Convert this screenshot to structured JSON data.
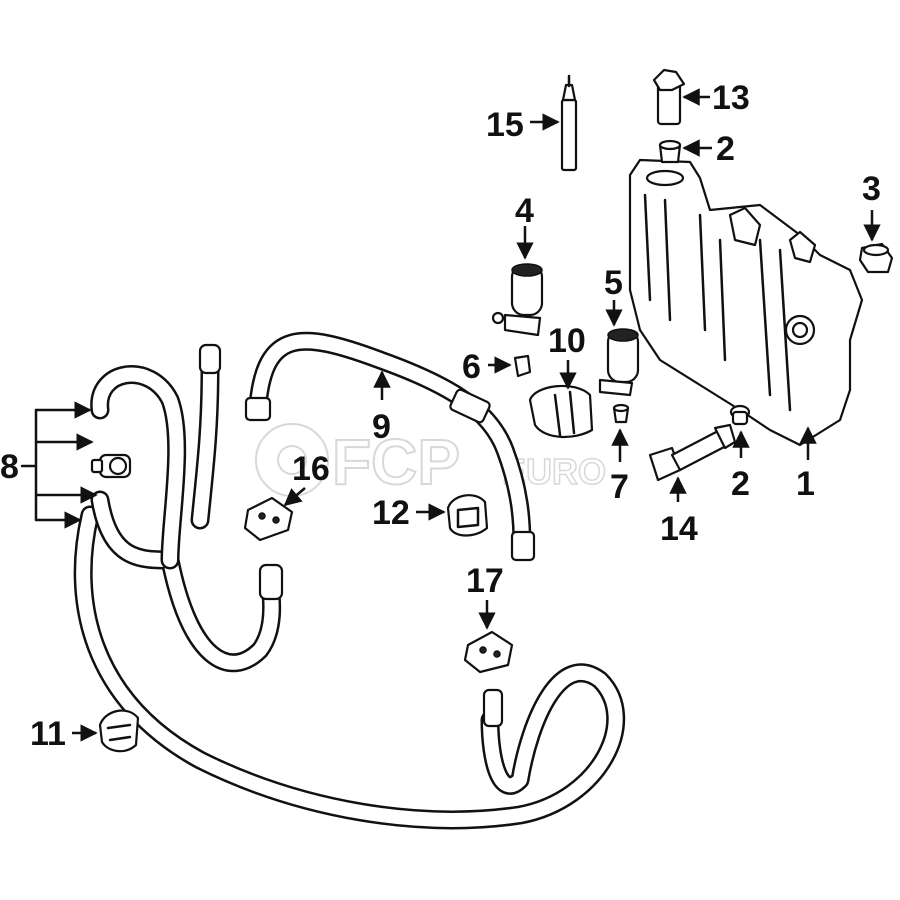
{
  "watermark": {
    "brand": "FCP",
    "suffix": "EURO"
  },
  "callouts": {
    "c1": "1",
    "c2a": "2",
    "c2b": "2",
    "c3": "3",
    "c4": "4",
    "c5": "5",
    "c6": "6",
    "c7": "7",
    "c8": "8",
    "c9": "9",
    "c10": "10",
    "c11": "11",
    "c12": "12",
    "c13": "13",
    "c14": "14",
    "c15": "15",
    "c16": "16",
    "c17": "17"
  }
}
